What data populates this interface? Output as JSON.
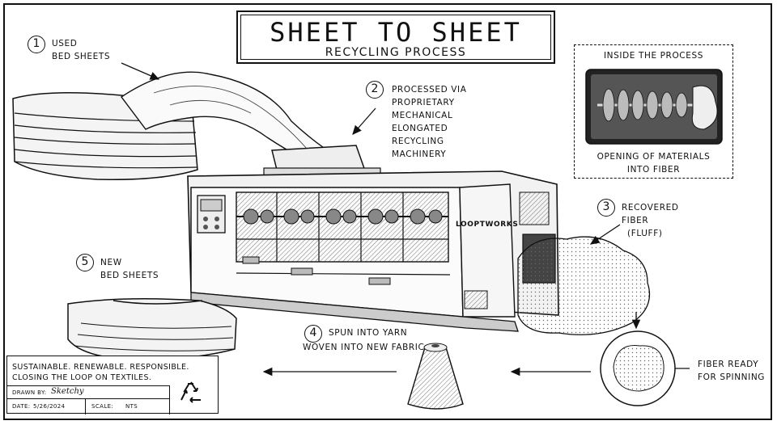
{
  "title": {
    "main": "SHEET TO SHEET",
    "sub": "RECYCLING PROCESS"
  },
  "steps": [
    {
      "number": "1",
      "line1": "USED",
      "line2": "BED SHEETS"
    },
    {
      "number": "2",
      "lines": [
        "PROCESSED VIA",
        "PROPRIETARY",
        "MECHANICAL",
        "ELONGATED",
        "RECYCLING",
        "MACHINERY"
      ]
    },
    {
      "number": "3",
      "line1": "RECOVERED",
      "line2": "FIBER",
      "line3": "(FLUFF)"
    },
    {
      "number": "4",
      "line1": "SPUN INTO YARN",
      "line2": "WOVEN INTO NEW FABRIC"
    },
    {
      "number": "5",
      "line1": "NEW",
      "line2": "BED SHEETS"
    }
  ],
  "inside": {
    "heading": "INSIDE THE PROCESS",
    "caption1": "OPENING OF MATERIALS",
    "caption2": "INTO FIBER"
  },
  "fiber_ready": {
    "line1": "FIBER READY",
    "line2": "FOR SPINNING"
  },
  "machine": {
    "brand": "LOOPTWORKS"
  },
  "credits": {
    "tagline1": "SUSTAINABLE. RENEWABLE. RESPONSIBLE.",
    "tagline2": "CLOSING THE LOOP ON TEXTILES.",
    "drawn_by_label": "DRAWN BY:",
    "drawn_by_value": "Sketchy",
    "date_label": "DATE:",
    "date_value": "5/26/2024",
    "scale_label": "SCALE:",
    "scale_value": "NTS"
  },
  "icons": {
    "recycle": "recycle-icon"
  }
}
